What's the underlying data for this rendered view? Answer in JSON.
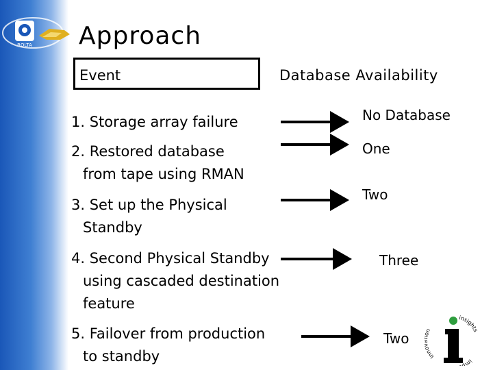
{
  "slide": {
    "title": "Approach",
    "header": {
      "event": "Event",
      "availability": "Database Availability"
    },
    "items": [
      {
        "line1": "1. Storage array failure",
        "line2": "",
        "line3": "",
        "result": "No Database"
      },
      {
        "line1": "2. Restored database",
        "line2": "from tape using RMAN",
        "line3": "",
        "result": "One"
      },
      {
        "line1": "3. Set up the Physical",
        "line2": "Standby",
        "line3": "",
        "result": "Two"
      },
      {
        "line1": "4. Second Physical Standby",
        "line2": "using cascaded destination",
        "line3": "feature",
        "result": "Three"
      },
      {
        "line1": "5. Failover from production",
        "line2": "to standby",
        "line3": "",
        "result": "Two"
      }
    ],
    "logos": {
      "left_logo_text": "ROLTA",
      "insights_words": [
        "innovation",
        "insights",
        "impact"
      ]
    },
    "colors": {
      "band": "#1a57b8",
      "logo_gold": "#e0b020",
      "insights_green": "#2e9e3e"
    }
  }
}
